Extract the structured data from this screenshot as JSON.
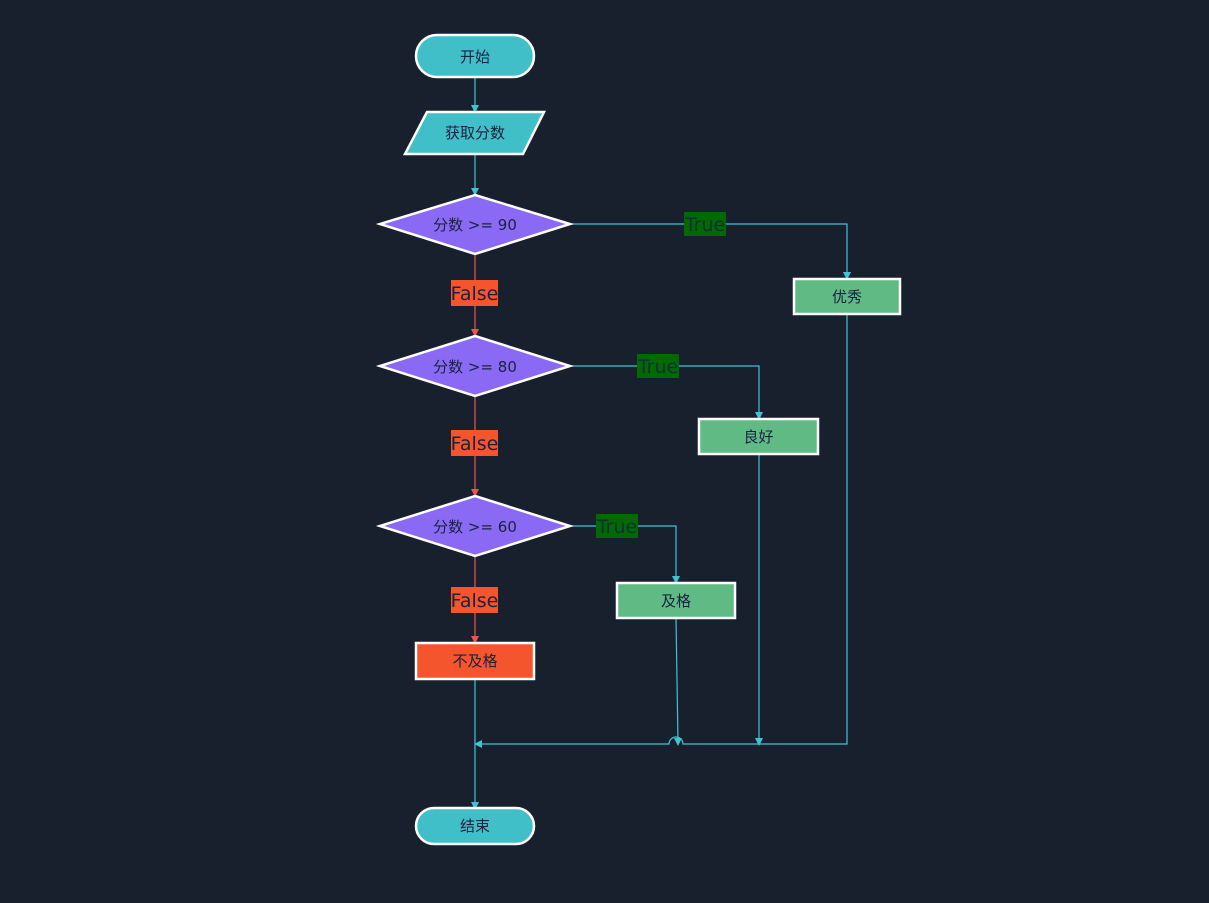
{
  "colors": {
    "background": "#18202d",
    "terminal": "#41bfc9",
    "io": "#41bfc9",
    "decision": "#8a6af5",
    "process": "#5fba84",
    "fail": "#f5552d",
    "node_border": "#ffffff",
    "node_text": "#1a2240",
    "line_true": "#3fc4d6",
    "line_false": "#e8554d",
    "label_true_bg": "#006a00",
    "label_true_text": "#0f2f3a",
    "label_false_bg": "#f5552d",
    "label_false_text": "#1a2240"
  },
  "nodes": {
    "start": "开始",
    "input": "获取分数",
    "decision_90": "分数 >= 90",
    "decision_80": "分数 >= 80",
    "decision_60": "分数 >= 60",
    "excellent": "优秀",
    "good": "良好",
    "pass": "及格",
    "fail": "不及格",
    "end": "结束"
  },
  "edges": {
    "true_label": "True",
    "false_label": "False"
  }
}
